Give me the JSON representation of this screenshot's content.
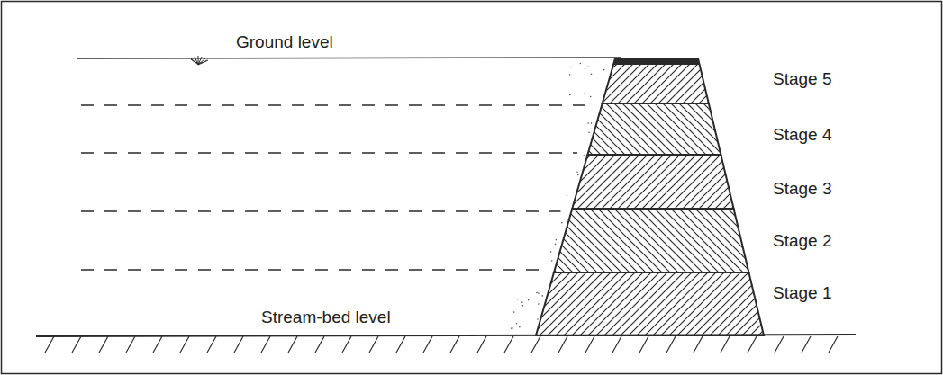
{
  "diagram": {
    "labels": [
      "Ground level",
      "Stage 5",
      "Stage 4",
      "Stage 3",
      "Stage 2",
      "Stage 1",
      "Stream-bed level"
    ]
  }
}
